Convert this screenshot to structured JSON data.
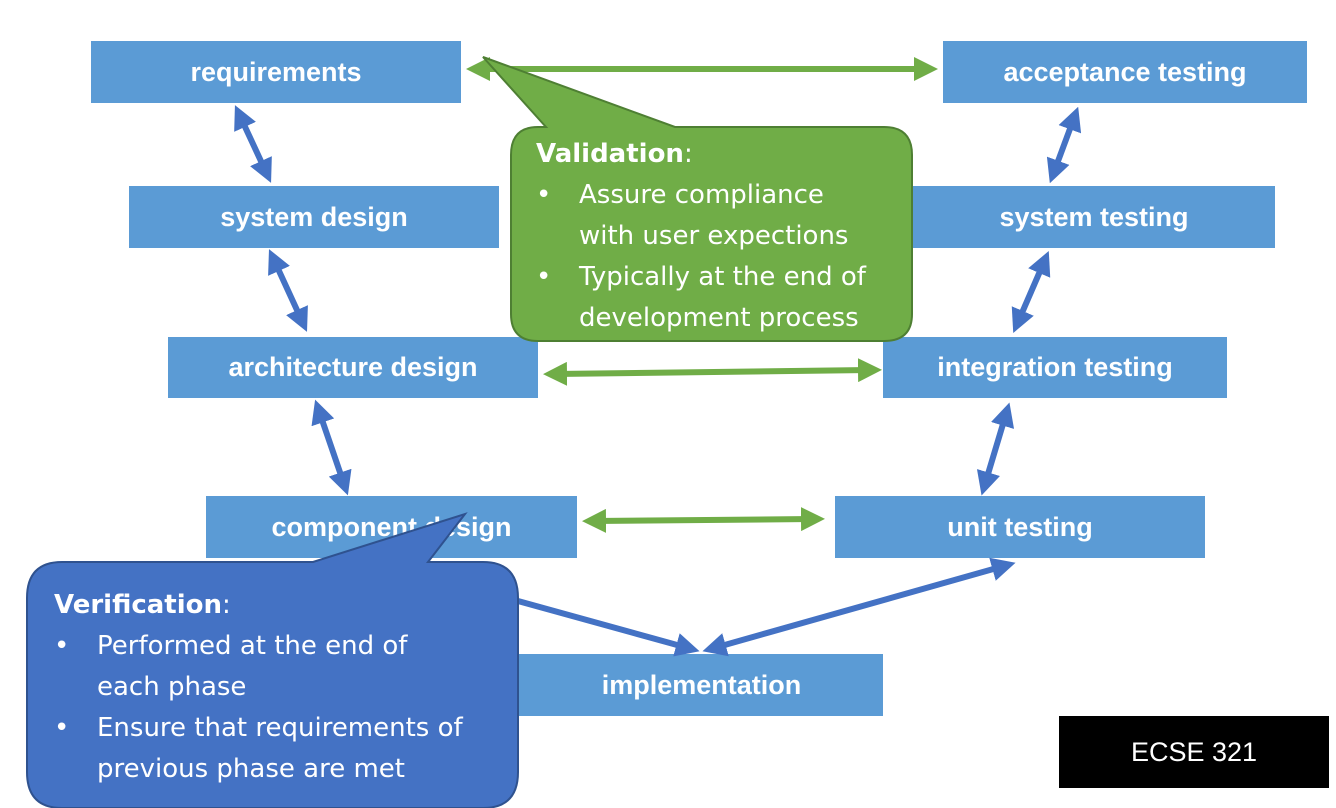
{
  "colors": {
    "box": "#5b9bd5",
    "blue_arrow": "#4472c4",
    "green_arrow": "#70ad47",
    "validation_fill": "#70ad47",
    "verification_fill": "#4472c4"
  },
  "boxes": {
    "requirements": "requirements",
    "system_design": "system design",
    "architecture_design": "architecture design",
    "component_design": "component design",
    "implementation": "implementation",
    "unit_testing": "unit testing",
    "integration_testing": "integration testing",
    "system_testing": "system testing",
    "acceptance_testing": "acceptance testing"
  },
  "validation": {
    "heading": "Validation",
    "suffix": ":",
    "bullet": "•",
    "items": [
      {
        "line1": "Assure compliance",
        "line2": "with user expections"
      },
      {
        "line1": "Typically at the end of",
        "line2": "development process"
      }
    ]
  },
  "verification": {
    "heading": "Verification",
    "suffix": ":",
    "bullet": "•",
    "items": [
      {
        "line1": "Performed at the end of",
        "line2": "each phase"
      },
      {
        "line1": "Ensure that requirements of",
        "line2": "previous phase are met"
      }
    ]
  },
  "course_tag": "ECSE 321"
}
